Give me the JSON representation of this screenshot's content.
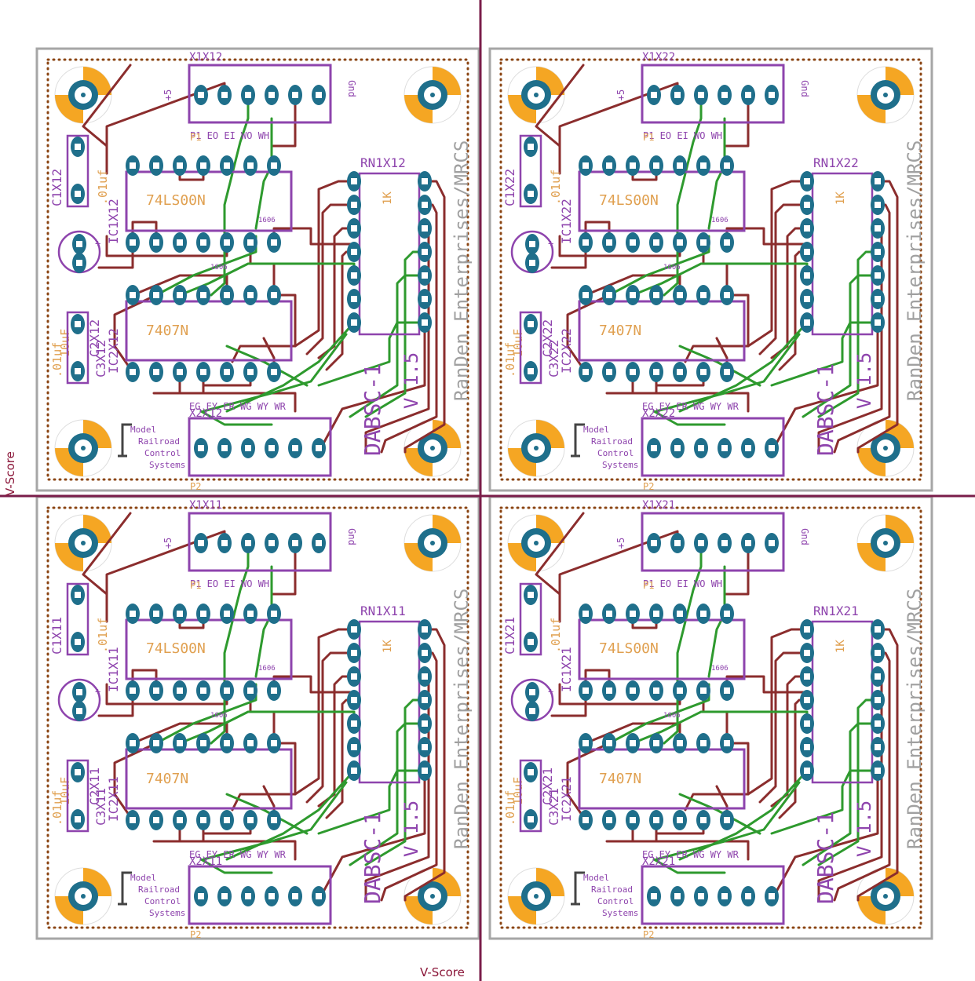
{
  "colors": {
    "background": "#ffffff",
    "board_outline": "#a6a6a6",
    "restrict_dots": "#8b4513",
    "copper_bottom": "#8b2d2d",
    "copper_top": "#2e9a2e",
    "pad": "#1f6f8b",
    "silkscreen": "#8e44ad",
    "values": "#e0a050",
    "mount_orange": "#f5a623",
    "vscore": "#7a1d4a"
  },
  "vscore_label": "V-Score",
  "boards": [
    {
      "id": "12",
      "conn_top": "X1X12",
      "conn_bottom": "X2X12",
      "rn": "RN1X12",
      "ic1": "IC1X12",
      "ic2": "IC2X12",
      "c1": "C1X12",
      "c2": "C2X12",
      "c3": "C3X12"
    },
    {
      "id": "22",
      "conn_top": "X1X22",
      "conn_bottom": "X2X22",
      "rn": "RN1X22",
      "ic1": "IC1X22",
      "ic2": "IC2X22",
      "c1": "C1X22",
      "c2": "C2X22",
      "c3": "C3X22"
    },
    {
      "id": "11",
      "conn_top": "X1X11",
      "conn_bottom": "X2X11",
      "rn": "RN1X11",
      "ic1": "IC1X11",
      "ic2": "IC2X11",
      "c1": "C1X11",
      "c2": "C2X11",
      "c3": "C3X11"
    },
    {
      "id": "21",
      "conn_top": "X1X21",
      "conn_bottom": "X2X21",
      "rn": "RN1X21",
      "ic1": "IC1X21",
      "ic2": "IC2X21",
      "c1": "C1X21",
      "c2": "C2X21",
      "c3": "C3X21"
    }
  ],
  "common": {
    "ic1_value": "74LS00N",
    "ic2_value": "7407N",
    "rn_value": "1K",
    "c1_value": ".01uf",
    "c2_value": ".01uf",
    "c3_value": "10uF",
    "p1": "P1",
    "p2": "P2",
    "plus5": "+5",
    "gnd": "Gnd",
    "top_signals": "P1  EO  EI  WO  WH",
    "bottom_signals": "EG  EY  ER  WG  WY  WR",
    "board_name": "DABSC-1",
    "version": "V 1.5",
    "company": "RanDen Enterprises/MRCS",
    "logo_model": "Model",
    "logo_railroad": "Railroad",
    "logo_control": "Control",
    "logo_systems": "Systems",
    "marker": "1606"
  }
}
